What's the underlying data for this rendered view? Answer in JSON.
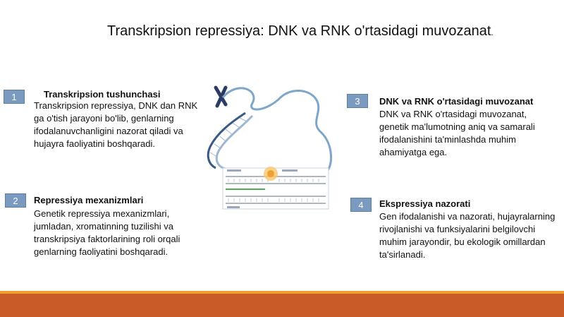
{
  "slide": {
    "title": "Transkripsion repressiya: DNK va RNK o'rtasidagi muvozanat",
    "title_dot": "."
  },
  "blocks": [
    {
      "number": "1",
      "heading": "Transkripsion tushunchasi",
      "text": "Transkripsion repressiya, DNK dan RNK ga o'tish jarayoni bo'lib, genlarning ifodalanuvchanligini nazorat qiladi va hujayra faoliyatini boshqaradi."
    },
    {
      "number": "2",
      "heading": "Repressiya mexanizmlari",
      "text": "Genetik repressiya mexanizmlari, jumladan, xromatinning tuzilishi va transkripsiya faktorlarining roli orqali genlarning faoliyatini boshqaradi."
    },
    {
      "number": "3",
      "heading": "DNK va RNK o'rtasidagi muvozanat",
      "text": "DNK va RNK o'rtasidagi muvozanat, genetik ma'lumotning aniq va samarali ifodalanishini ta'minlashda muhim ahamiyatga ega."
    },
    {
      "number": "4",
      "heading": "Ekspressiya nazorati",
      "text": "Gen ifodalanishi va nazorati, hujayralarning rivojlanishi va funksiyalarini belgilovchi muhim jarayondir, bu ekologik omillardan ta'sirlanadi."
    }
  ],
  "colors": {
    "badge": "#7a9bbf",
    "footer_bar": "#c95b29",
    "footer_stripe": "#f0a030"
  }
}
